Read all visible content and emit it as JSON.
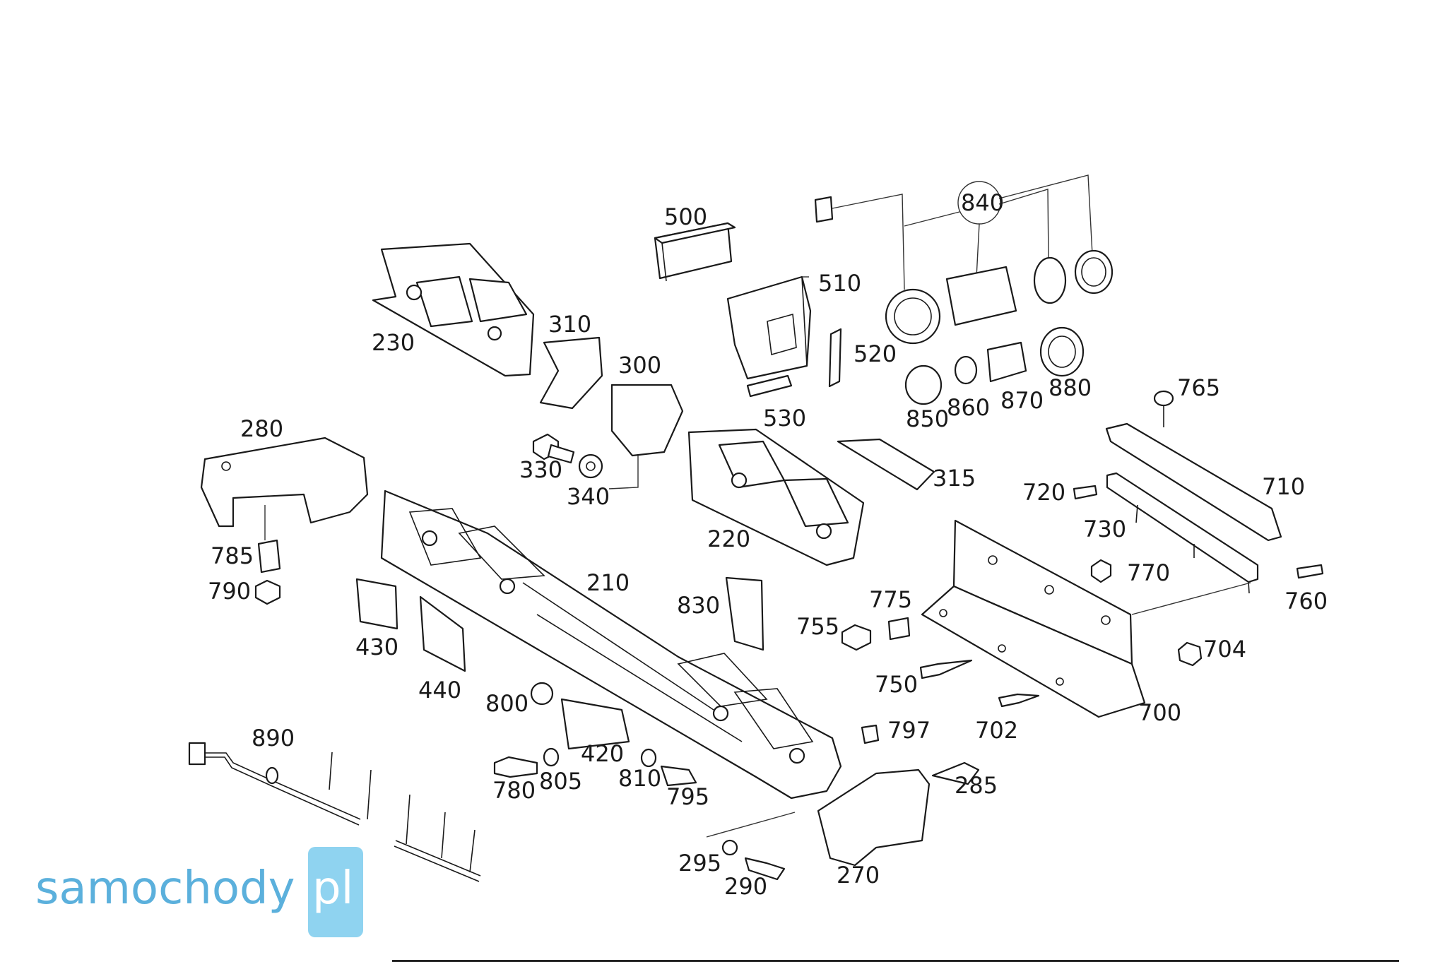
{
  "watermark": {
    "text": "samochody",
    "suffix": "pl",
    "text_color": "#5bb0dc",
    "box_color": "#8fd3f0"
  },
  "labels": {
    "p500": "500",
    "p510": "510",
    "p520": "520",
    "p530": "530",
    "p840": "840",
    "p850": "850",
    "p860": "860",
    "p870": "870",
    "p880": "880",
    "p230": "230",
    "p310": "310",
    "p300": "300",
    "p330": "330",
    "p340": "340",
    "p220": "220",
    "p315": "315",
    "p280": "280",
    "p785": "785",
    "p790": "790",
    "p210": "210",
    "p430": "430",
    "p440": "440",
    "p830": "830",
    "p765": "765",
    "p710": "710",
    "p720": "720",
    "p730": "730",
    "p770": "770",
    "p760": "760",
    "p775": "775",
    "p755": "755",
    "p704": "704",
    "p750": "750",
    "p702": "702",
    "p700": "700",
    "p797": "797",
    "p800": "800",
    "p420": "420",
    "p780": "780",
    "p805": "805",
    "p810": "810",
    "p795": "795",
    "p285": "285",
    "p890": "890",
    "p295": "295",
    "p290": "290",
    "p270": "270"
  }
}
